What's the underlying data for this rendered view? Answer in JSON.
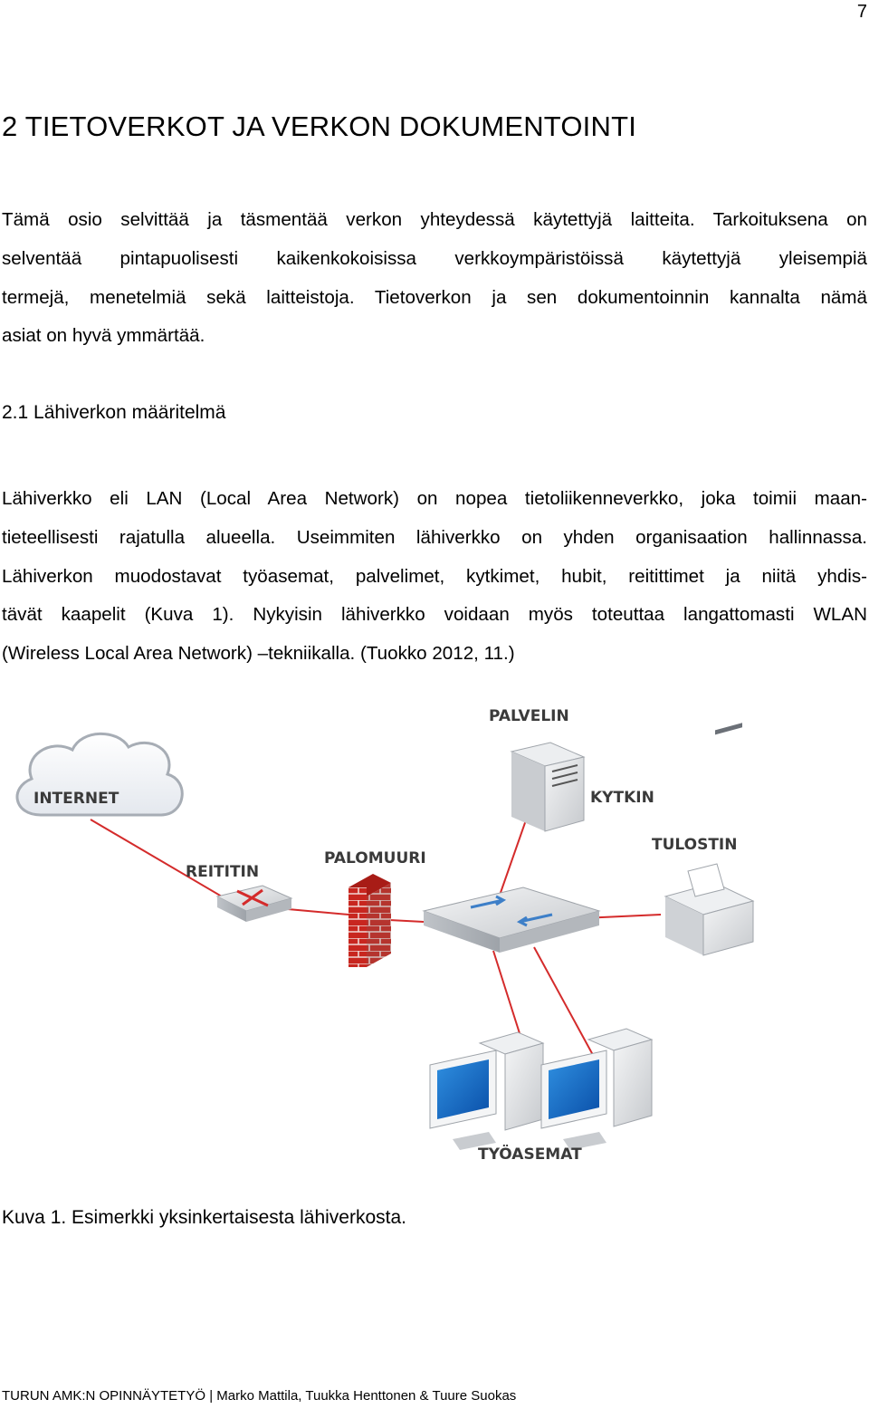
{
  "page_number": "7",
  "chapter_title": "2 TIETOVERKOT JA VERKON DOKUMENTOINTI",
  "intro_lines": [
    "Tämä osio selvittää ja täsmentää verkon yhteydessä käytettyjä laitteita. Tarkoituksena on",
    "selventää pintapuolisesti kaikenkokoisissa verkkoympäristöissä käytettyjä yleisempiä",
    "termejä, menetelmiä sekä laitteistoja. Tietoverkon ja sen dokumentoinnin kannalta nämä",
    "asiat on hyvä ymmärtää."
  ],
  "section_title": "2.1 Lähiverkon määritelmä",
  "section_lines": [
    "Lähiverkko eli LAN (Local Area Network) on nopea tietoliikenneverkko, joka toimii maan-",
    "tieteellisesti rajatulla alueella. Useimmiten lähiverkko on yhden organisaation hallinnassa.",
    "Lähiverkon muodostavat työasemat, palvelimet,  kytkimet, hubit, reitittimet ja niitä yhdis-",
    "tävät kaapelit (Kuva 1). Nykyisin lähiverkko voidaan myös toteuttaa langattomasti WLAN",
    "(Wireless Local Area Network) –tekniikalla. (Tuokko 2012, 11.)"
  ],
  "diagram": {
    "labels": {
      "internet": "INTERNET",
      "router": "REITITIN",
      "firewall": "PALOMUURI",
      "server": "PALVELIN",
      "switch": "KYTKIN",
      "printer": "TULOSTIN",
      "workstations": "TYÖASEMAT"
    },
    "colors": {
      "cable": "#d42b2b",
      "brick": "#c8261f",
      "cloud_edge": "#a7adb5",
      "device_gray": "#d9dbde"
    }
  },
  "caption": "Kuva 1. Esimerkki yksinkertaisesta lähiverkosta.",
  "footer": {
    "school": "TURUN AMK:N OPINNÄYTETYÖ",
    "separator": "|",
    "authors": "Marko Mattila, Tuukka Henttonen & Tuure Suokas"
  }
}
